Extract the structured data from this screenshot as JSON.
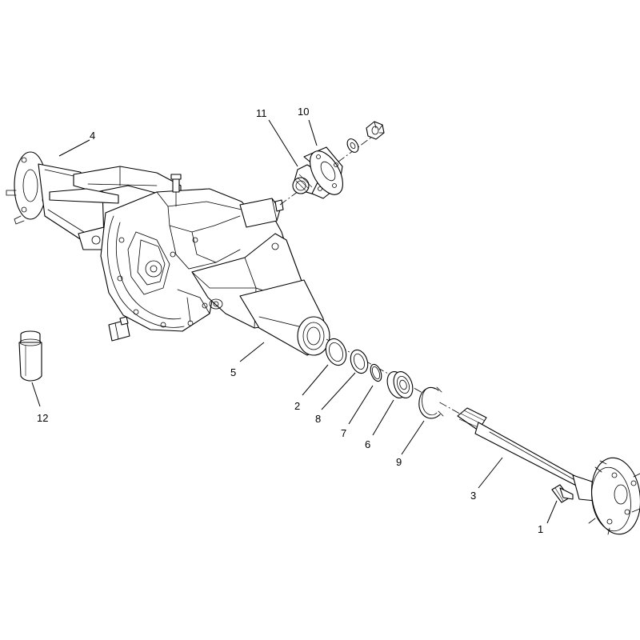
{
  "diagram": {
    "type": "exploded-parts-diagram",
    "callouts": [
      {
        "id": "1",
        "label": "1"
      },
      {
        "id": "2",
        "label": "2"
      },
      {
        "id": "3",
        "label": "3"
      },
      {
        "id": "4",
        "label": "4"
      },
      {
        "id": "5",
        "label": "5"
      },
      {
        "id": "6",
        "label": "6"
      },
      {
        "id": "7",
        "label": "7"
      },
      {
        "id": "8",
        "label": "8"
      },
      {
        "id": "9",
        "label": "9"
      },
      {
        "id": "10",
        "label": "10"
      },
      {
        "id": "11",
        "label": "11"
      },
      {
        "id": "12",
        "label": "12"
      }
    ],
    "colors": {
      "line": "#000000",
      "background": "#ffffff"
    }
  }
}
